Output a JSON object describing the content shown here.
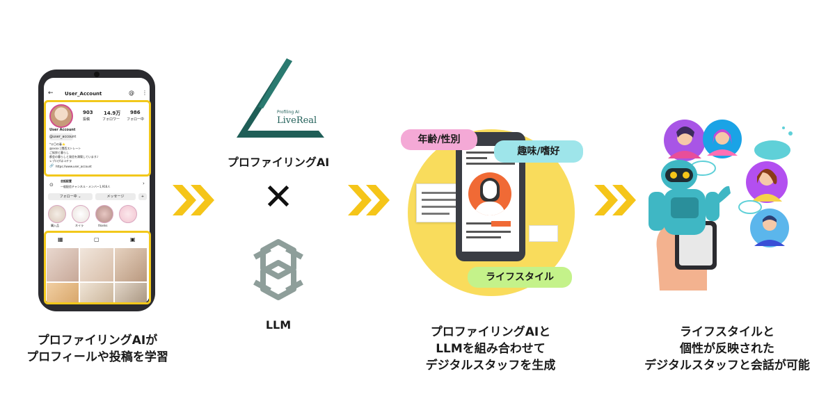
{
  "phone": {
    "username": "User_Account",
    "stats": [
      {
        "num": "903",
        "label": "投稿"
      },
      {
        "num": "14.9万",
        "label": "フォロワー"
      },
      {
        "num": "986",
        "label": "フォロー中"
      }
    ],
    "display_name": "User Account",
    "handle": "@user_account",
    "bio_lines": [
      "*エ〇の春⭐",
      "@xxxx | 関西ストレート",
      "ご挨拶と暮らし",
      "都会の暮らしと発信を満喫しています♪",
      "レブログはコチラ"
    ],
    "link": "https://www.user_account",
    "channel_title": "会話配置",
    "channel_sub": "一般配信チャンネル・メンバー1,916人",
    "follow_btn": "フォロー中 ⌄",
    "message_btn": "メッセージ",
    "highlights": [
      "購入品",
      "ネイラ",
      "thanks",
      ""
    ]
  },
  "livereal": {
    "tagline": "Profiling AI",
    "name": "LiveReal"
  },
  "labels": {
    "profiling_ai": "プロファイリングAI",
    "times": "✕",
    "llm": "LLM"
  },
  "bubbles": {
    "age_gender": "年齢/性別",
    "hobby": "趣味/嗜好",
    "lifestyle": "ライフスタイル"
  },
  "captions": {
    "step1": [
      "プロファイリングAIが",
      "プロフィールや投稿を学習"
    ],
    "step2": [
      "プロファイリングAIと",
      "LLMを組み合わせて",
      "デジタルスタッフを生成"
    ],
    "step3": [
      "ライフスタイルと",
      "個性が反映された",
      "デジタルスタッフと会話が可能"
    ]
  },
  "colors": {
    "accent_yellow": "#f2c81b",
    "chevron": "#f5c519",
    "pink": "#f4a9d6",
    "teal_light": "#9ee5ea",
    "green_light": "#c4f28a",
    "livereal_green": "#1f5e57"
  }
}
